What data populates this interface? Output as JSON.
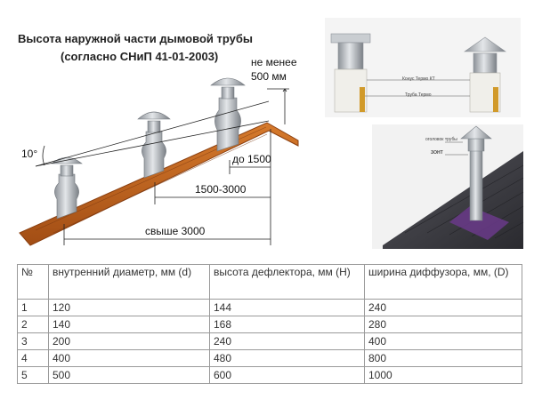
{
  "titles": {
    "line1": "Высота наружной части дымовой трубы",
    "line2": "(согласно СНиП 41-01-2003)"
  },
  "diagram_labels": {
    "min_height": "не менее",
    "min_height_value": "500 мм",
    "angle": "10°",
    "dist_1": "до 1500",
    "dist_2": "1500-3000",
    "dist_3": "свыше 3000"
  },
  "photo_labels": {
    "cone": "Конус Термо КТ",
    "pipe": "Труба Термо",
    "top_label_1": "оголовок трубы",
    "top_label_2": "ЗОНТ"
  },
  "colors": {
    "roof": "#c4651e",
    "roof_dark": "#8a3f10",
    "steel": "#b7bcc2",
    "steel_dark": "#7d8389",
    "shingle": "#3b3b40",
    "flashing": "#6a3a8a"
  },
  "table": {
    "headers": [
      "№",
      "внутренний диаметр, мм (d)",
      "высота дефлектора, мм (H)",
      "ширина диффузора, мм, (D)"
    ],
    "rows": [
      [
        "1",
        "120",
        "144",
        "240"
      ],
      [
        "2",
        "140",
        "168",
        "280"
      ],
      [
        "3",
        "200",
        "240",
        "400"
      ],
      [
        "4",
        "400",
        "480",
        "800"
      ],
      [
        "5",
        "500",
        "600",
        "1000"
      ]
    ]
  }
}
